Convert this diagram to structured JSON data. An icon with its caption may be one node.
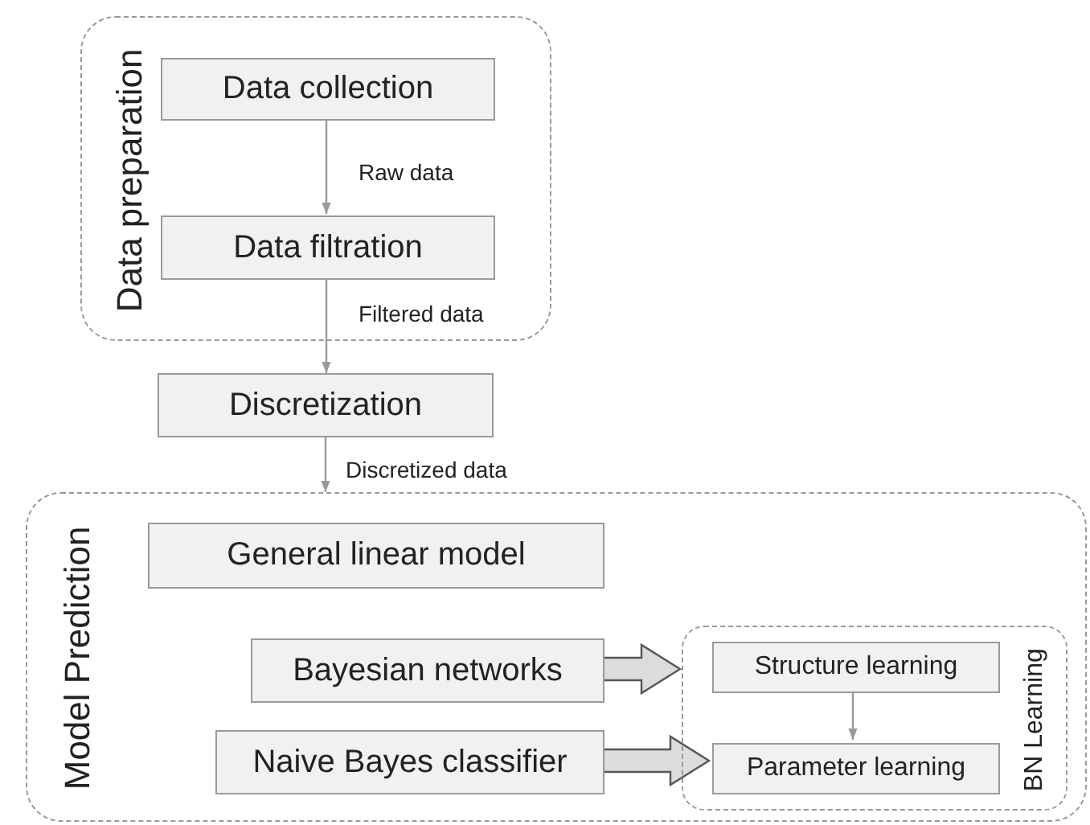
{
  "diagram": {
    "nodes": [
      {
        "text": [
          "Data preparation"
        ]
      },
      {
        "text": [
          "Data collection"
        ],
        "in": 0
      },
      {
        "text": [
          "Data filtration"
        ],
        "in": 0
      },
      {
        "text": [
          "Discretization"
        ]
      },
      {
        "text": [
          "Model Prediction"
        ]
      },
      {
        "text": [
          "General linear model"
        ],
        "in": 4
      },
      {
        "text": [
          "Bayesian networks"
        ],
        "in": 4
      },
      {
        "text": [
          "Naive Bayes classifier"
        ],
        "in": 4
      },
      {
        "text": [
          "BN Learning"
        ],
        "in": 4
      },
      {
        "text": [
          "Structure learning"
        ],
        "in": 8
      },
      {
        "text": [
          "Parameter learning"
        ],
        "in": 8
      }
    ],
    "edges": [
      {
        "from": 1,
        "to": 2,
        "arrow": "to",
        "label": "Raw data"
      },
      {
        "from": 2,
        "to": 3,
        "arrow": "to",
        "label": "Filtered data"
      },
      {
        "from": 3,
        "to": 4,
        "arrow": "to",
        "label": "Discretized data"
      },
      {
        "from": 9,
        "to": 10,
        "arrow": "to"
      },
      {
        "from": 6,
        "to": 8,
        "arrow": "to",
        "style": "thick"
      },
      {
        "from": 7,
        "to": 10,
        "arrow": "to",
        "style": "thick"
      }
    ]
  }
}
